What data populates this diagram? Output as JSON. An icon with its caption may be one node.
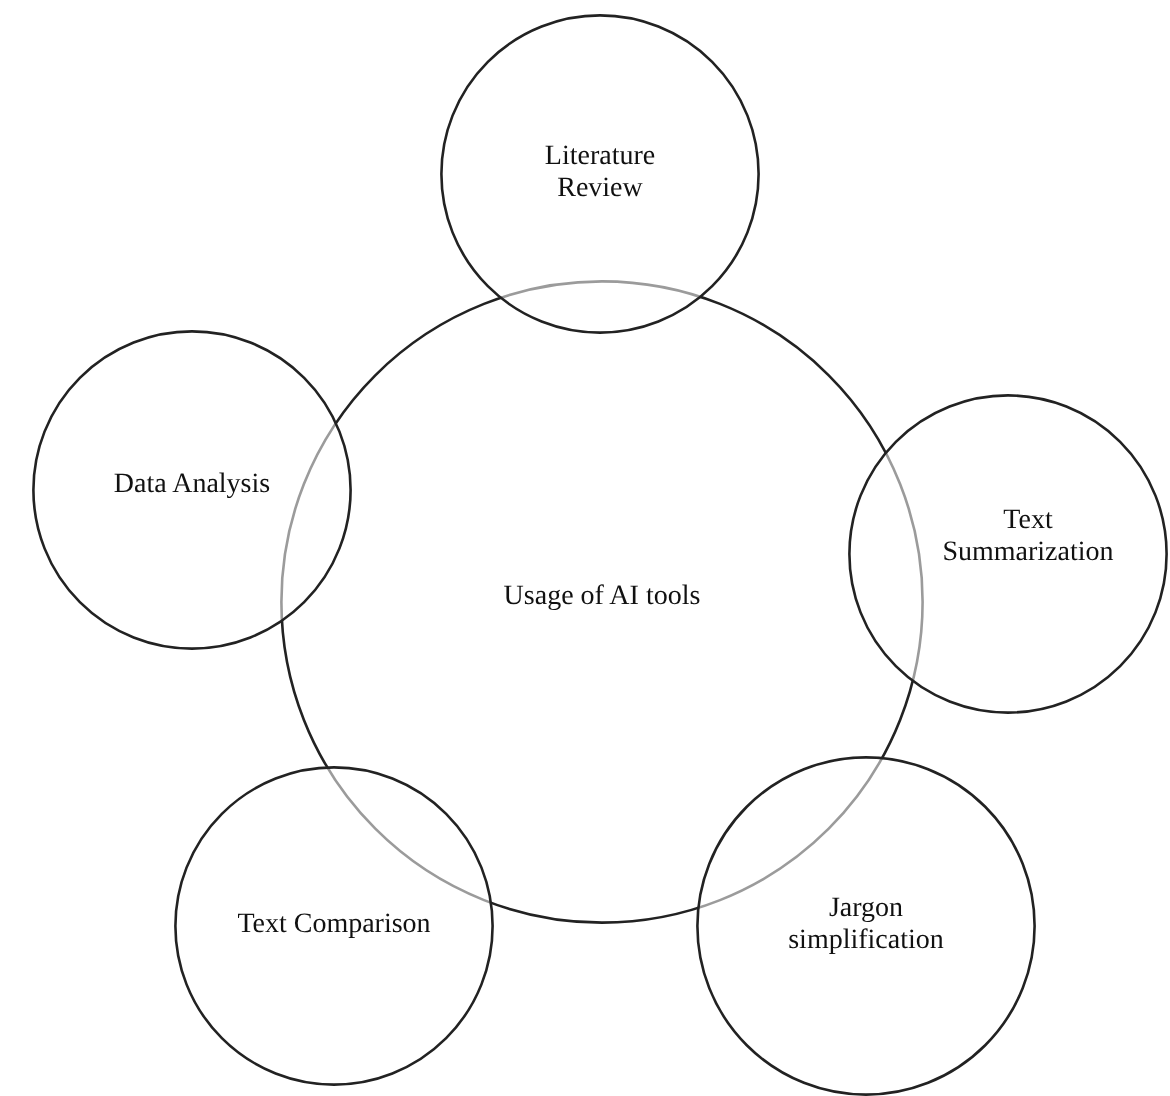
{
  "diagram": {
    "nodes": [
      {
        "text": [
          "Usage of AI tools"
        ]
      },
      {
        "text": [
          "Literature Review"
        ]
      },
      {
        "text": [
          "Data Analysis"
        ]
      },
      {
        "text": [
          "Text Summarization"
        ]
      },
      {
        "text": [
          "Jargon simplification"
        ]
      },
      {
        "text": [
          "Text Comparison"
        ]
      }
    ]
  }
}
